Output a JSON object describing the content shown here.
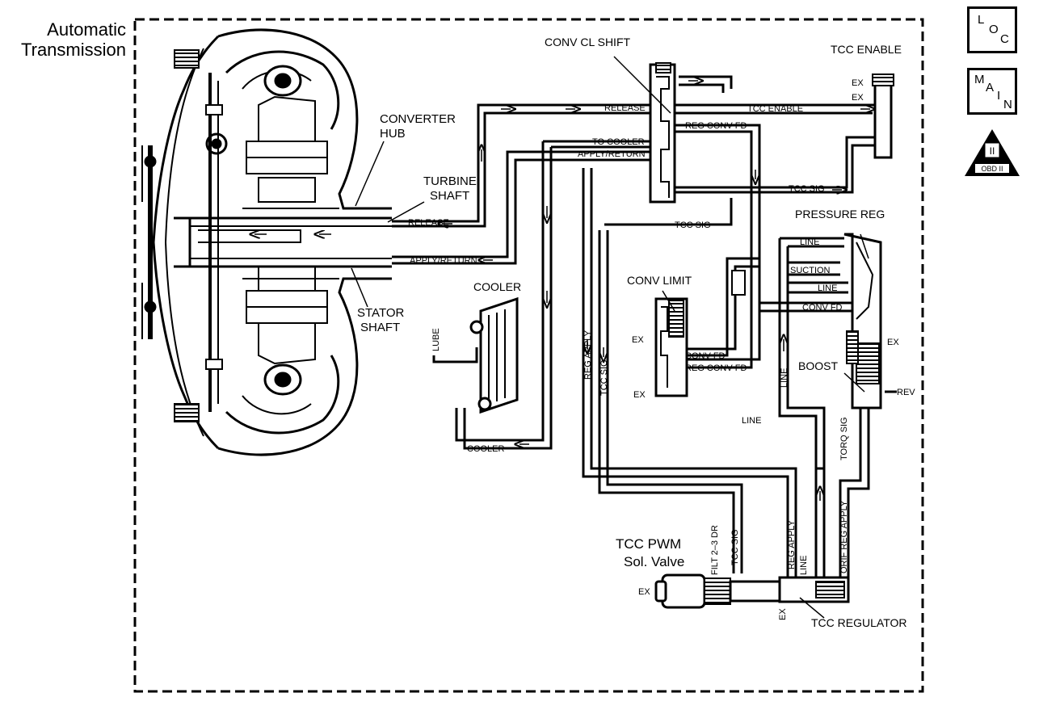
{
  "title": {
    "line1": "Automatic",
    "line2": "Transmission"
  },
  "nav": {
    "loc": {
      "l1": "L",
      "l2": "O",
      "l3": "C"
    },
    "main": {
      "l1": "M",
      "l2": "A",
      "l3": "I",
      "l4": "N"
    },
    "obd": {
      "numeral": "II",
      "text": "OBD II"
    }
  },
  "labels": {
    "converter_hub_1": "CONVERTER",
    "converter_hub_2": "HUB",
    "turbine_shaft_1": "TURBINE",
    "turbine_shaft_2": "SHAFT",
    "stator_shaft_1": "STATOR",
    "stator_shaft_2": "SHAFT",
    "release_left": "RELEASE",
    "apply_return_left": "APPLY/RETURN",
    "release_top": "RELEASE",
    "to_cooler": "TO COOLER",
    "apply_return_top": "APPLY/RETURN",
    "conv_cl_shift": "CONV CL SHIFT",
    "tcc_enable_title": "TCC ENABLE",
    "tcc_enable_line": "TCC ENABLE",
    "ex_1": "EX",
    "ex_2": "EX",
    "reg_conv_fd_top": "REG CONV FD",
    "tcc_sig_right": "TCC SIG",
    "tcc_sig_mid": "TCC SIG",
    "pressure_reg": "PRESSURE REG",
    "line_1": "LINE",
    "suction": "SUCTION",
    "line_2": "LINE",
    "conv_fd_right": "CONV FD",
    "ex_pr": "EX",
    "boost": "BOOST",
    "rev": "REV",
    "line_3": "LINE",
    "line_vert": "LINE",
    "torq_sig": "TORQ SIG",
    "cooler": "COOLER",
    "lube": "LUBE",
    "cooler_line": "COOLER",
    "conv_limit": "CONV LIMIT",
    "ex_cl1": "EX",
    "ex_cl2": "EX",
    "conv_fd_cl": "CONV FD",
    "reg_conv_fd_cl": "REG CONV FD",
    "reg_apply_vert": "REG APPLY",
    "tcc_sig_vert": "TCC SIG",
    "tcc_pwm_1": "TCC PWM",
    "tcc_pwm_2": "Sol. Valve",
    "ex_pwm": "EX",
    "filt_2_3_dr": "FILT 2–3 DR",
    "tcc_sig_pwm": "TCC SIG",
    "reg_apply_reg": "REG APPLY",
    "line_reg": "LINE",
    "orif_reg_apply": "ORIF REG APPLY",
    "ex_reg": "EX",
    "tcc_regulator": "TCC REGULATOR"
  }
}
